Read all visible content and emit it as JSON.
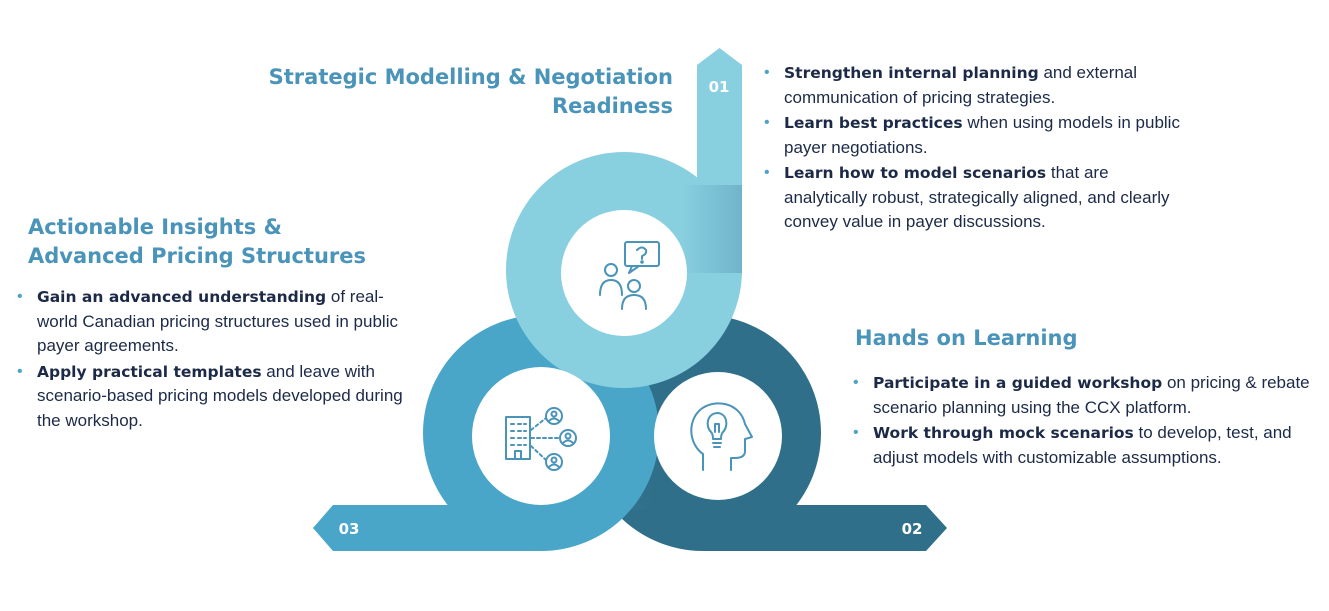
{
  "steps": {
    "s01": {
      "number": "01",
      "heading_line1": "Strategic Modelling & Negotiation",
      "heading_line2": "Readiness",
      "bullets": [
        {
          "bold": "Strengthen internal planning",
          "rest": " and external communication of pricing strategies."
        },
        {
          "bold": "Learn best practices",
          "rest": " when using models in public payer negotiations."
        },
        {
          "bold": "Learn how to model scenarios",
          "rest": " that are analytically robust, strategically aligned, and clearly convey value in payer discussions."
        }
      ],
      "icon": "people-question-icon",
      "color": "#88cfe0"
    },
    "s02": {
      "number": "02",
      "heading_line1": "Hands on Learning",
      "bullets": [
        {
          "bold": "Participate in a guided workshop",
          "rest": " on pricing & rebate scenario planning using the CCX platform."
        },
        {
          "bold": "Work through mock scenarios",
          "rest": " to develop, test, and adjust models with customizable assumptions."
        }
      ],
      "icon": "head-lightbulb-icon",
      "color": "#2f6f8a"
    },
    "s03": {
      "number": "03",
      "heading_line1": "Actionable Insights &",
      "heading_line2": "Advanced Pricing Structures",
      "bullets": [
        {
          "bold": "Gain an advanced understanding",
          "rest": " of real-world Canadian pricing structures used in public payer agreements."
        },
        {
          "bold": "Apply practical templates",
          "rest": " and leave with scenario-based pricing models developed during the workshop."
        }
      ],
      "icon": "building-network-icon",
      "color": "#4aa6c8"
    }
  }
}
